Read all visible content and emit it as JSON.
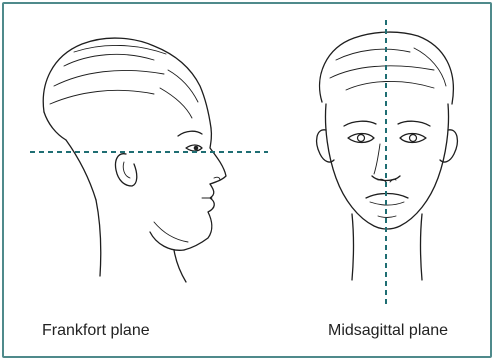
{
  "colors": {
    "frame": "#4f8a8b",
    "plane_line": "#1f6e73",
    "drawing": "#1e1e1e"
  },
  "panels": [
    {
      "label": "Frankfort plane",
      "icon": "head-profile-illustration"
    },
    {
      "label": "Midsagittal plane",
      "icon": "head-front-illustration"
    }
  ]
}
